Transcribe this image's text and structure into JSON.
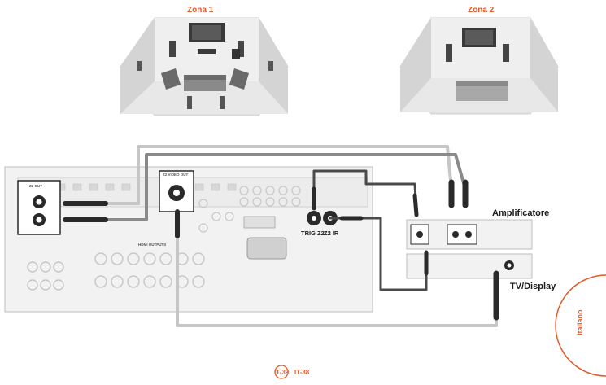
{
  "zones": {
    "zone1_label": "Zona 1",
    "zone2_label": "Zona 2"
  },
  "devices": {
    "amplifier_label": "Amplificatore",
    "tv_label": "TV/Display"
  },
  "receiver": {
    "trig_z2_label": "TRIG Z2",
    "z2_ir_label": "Z2 IR",
    "zone2_out_label": "Z2 OUT",
    "video_out_label": "Z2 VIDEO OUT",
    "hdmi_out_label": "HDMI OUTPUTS"
  },
  "side_tab": {
    "language_label": "Italiano"
  },
  "footer": {
    "page_current": "IT-39",
    "page_other": "IT-38"
  },
  "colors": {
    "accent": "#e05a2a",
    "cable_light": "#c6c6c6",
    "cable_dark": "#4a4a4a",
    "panel": "#f2f2f2",
    "room_wall": "#dcdcdc"
  }
}
